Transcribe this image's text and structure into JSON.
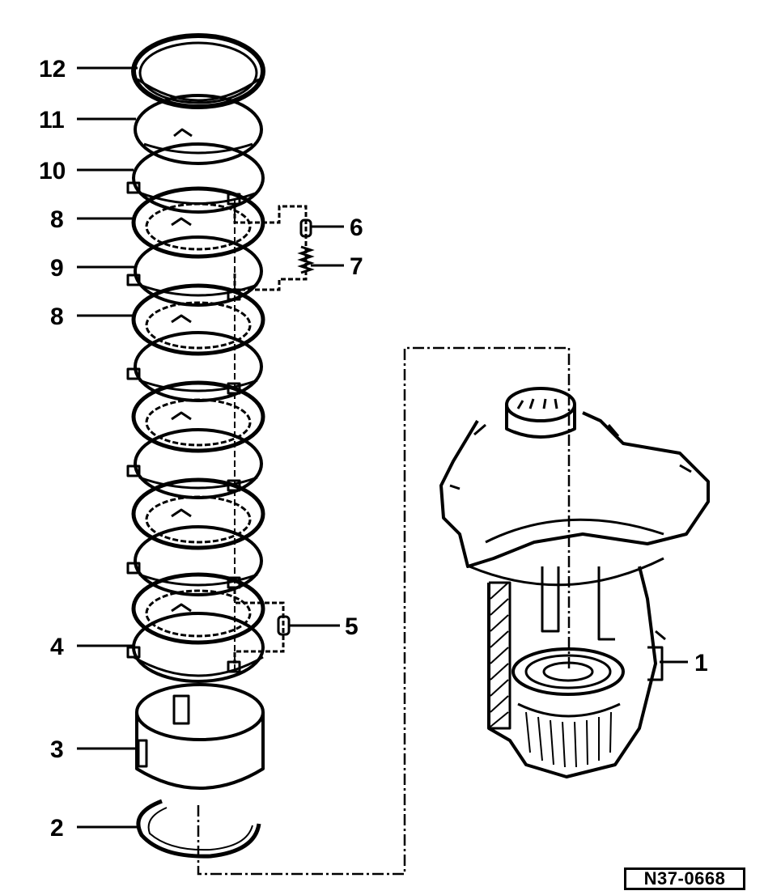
{
  "diagram": {
    "callouts": [
      "12",
      "11",
      "10",
      "8",
      "9",
      "8",
      "4",
      "3",
      "2",
      "6",
      "7",
      "5",
      "1"
    ],
    "reference": "N37-0668"
  }
}
